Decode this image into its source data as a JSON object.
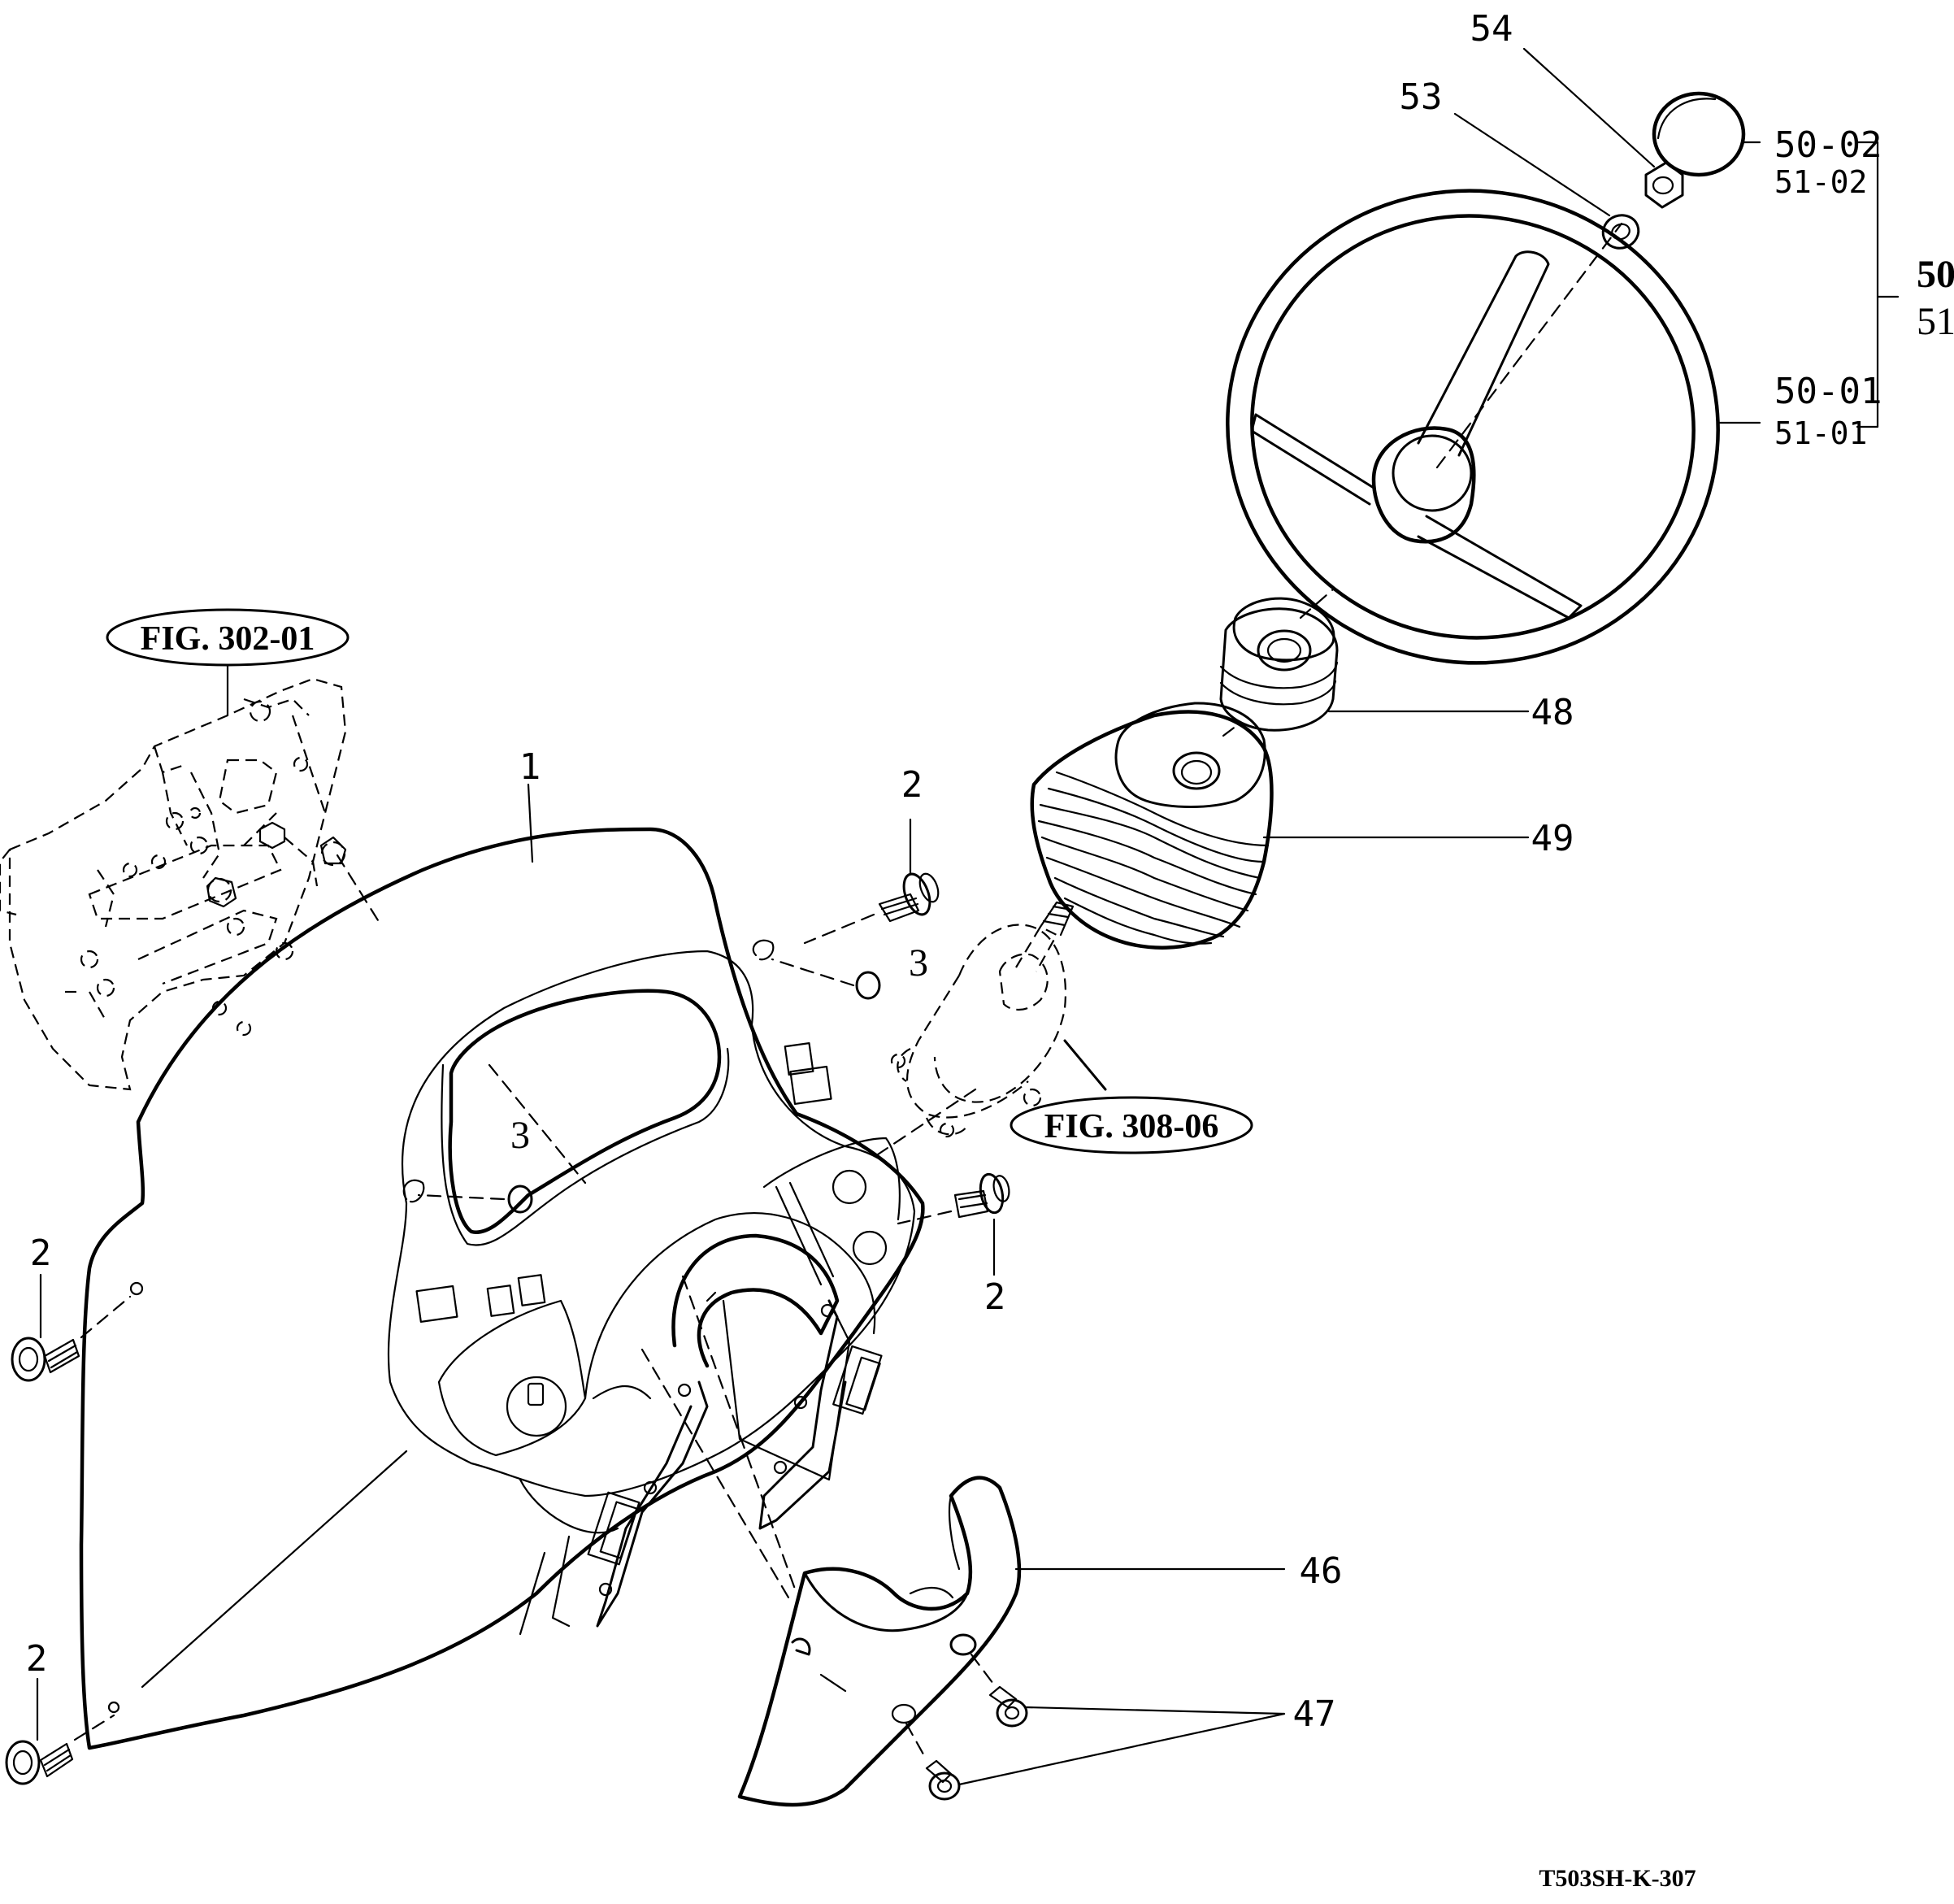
{
  "diagram": {
    "drawing_code": "T503SH-K-307",
    "figure_refs": [
      {
        "label": "FIG. 302-01"
      },
      {
        "label": "FIG. 308-06"
      }
    ],
    "callouts": [
      {
        "id": "1",
        "text": "1"
      },
      {
        "id": "2a",
        "text": "2"
      },
      {
        "id": "2b",
        "text": "2"
      },
      {
        "id": "2c",
        "text": "2"
      },
      {
        "id": "2d",
        "text": "2"
      },
      {
        "id": "3a",
        "text": "3"
      },
      {
        "id": "3b",
        "text": "3"
      },
      {
        "id": "46",
        "text": "46"
      },
      {
        "id": "47",
        "text": "47"
      },
      {
        "id": "48",
        "text": "48"
      },
      {
        "id": "49",
        "text": "49"
      },
      {
        "id": "53",
        "text": "53"
      },
      {
        "id": "54",
        "text": "54"
      }
    ],
    "steering_wheel_group": {
      "assembly_top": "50",
      "assembly_bottom": "51",
      "parts": [
        {
          "top": "50-02",
          "bottom": "51-02"
        },
        {
          "top": "50-01",
          "bottom": "51-01"
        }
      ]
    }
  }
}
